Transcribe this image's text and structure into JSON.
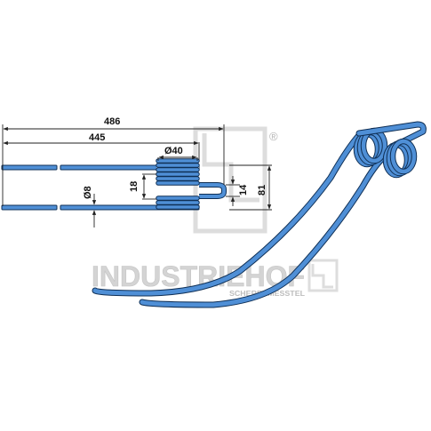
{
  "colors": {
    "spring_fill": "#4f8fd6",
    "spring_stroke": "#0f2f55",
    "dimension_line": "#222222",
    "watermark": "#d4d4d4"
  },
  "dimensions": {
    "overall_length": "486",
    "leg_length": "445",
    "coil_diameter": "Ø40",
    "wire_diameter": "Ø8",
    "coil_offset": "18",
    "leg_spacing": "14",
    "total_height": "81"
  },
  "watermark": {
    "brand": "INDUSTRIEHOF",
    "tagline": "SCHERENMESSTEL",
    "registered_mark": "®"
  },
  "icons": {
    "logo": "industriehof-logo-icon"
  }
}
